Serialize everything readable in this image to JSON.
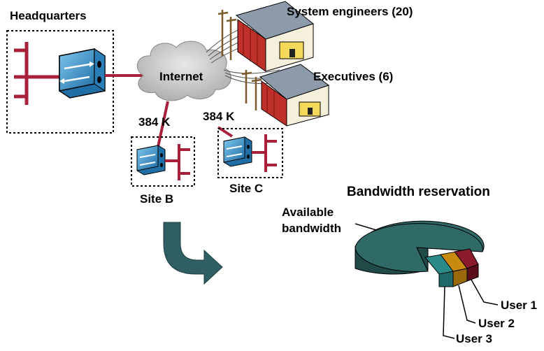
{
  "labels": {
    "headquarters": "Headquarters",
    "internet": "Internet",
    "system_engineers": "System engineers (20)",
    "executives": "Executives (6)",
    "link_b": "384 K",
    "link_c": "384 K",
    "site_b": "Site B",
    "site_c": "Site C"
  },
  "pie": {
    "title": "Bandwidth reservation",
    "available_line1": "Available",
    "available_line2": "bandwidth",
    "user1": "User 1",
    "user2": "User 2",
    "user3": "User 3"
  },
  "colors": {
    "router_blue": "#3a8fc8",
    "cable_red": "#a8203a",
    "pie_main": "#2f6a66",
    "user1": "#8b1a2a",
    "user2": "#c98a10",
    "user3": "#2a8a8a",
    "arrow": "#2f5f62",
    "cloud": "#c9c9c9",
    "house_roof": "#7f8fa0"
  }
}
